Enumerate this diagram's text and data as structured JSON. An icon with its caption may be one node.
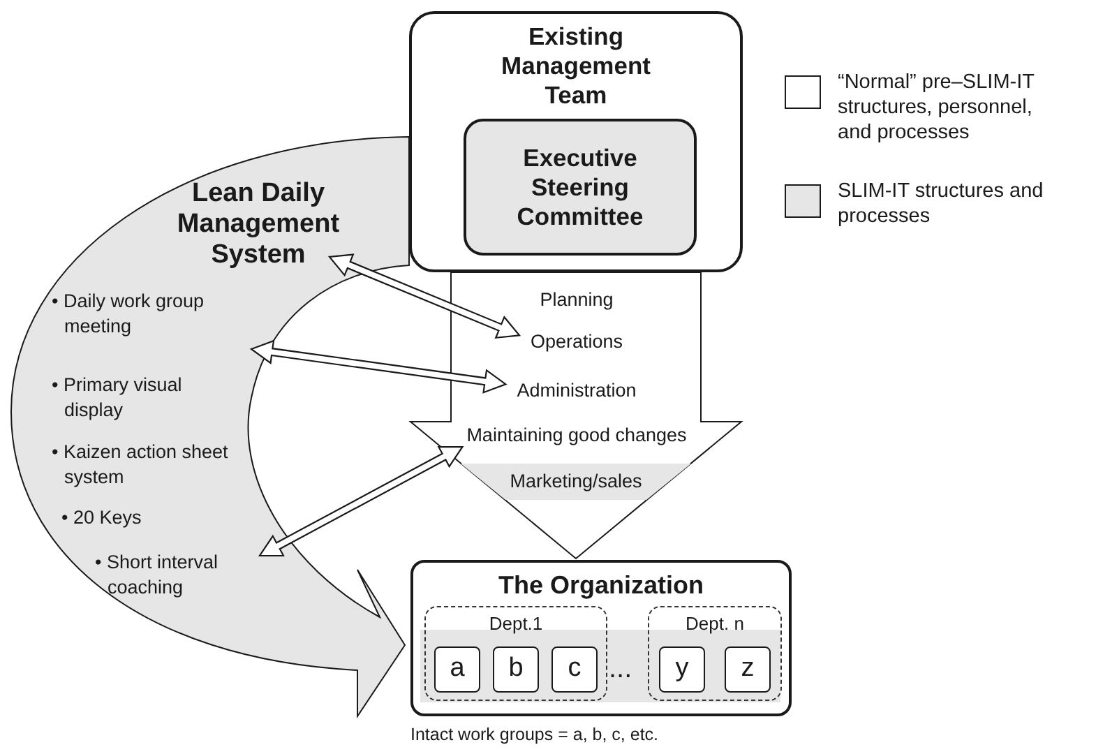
{
  "diagram": {
    "nodes": [
      {
        "text": [
          "Existing Management Team"
        ]
      },
      {
        "text": [
          "Executive Steering Committee"
        ],
        "in": 0
      },
      {
        "text": [
          "Lean Daily Management System",
          "• Daily work group meeting",
          "• Primary visual display",
          "• Kaizen action sheet system",
          "• 20 Keys",
          "• Short interval coaching"
        ]
      },
      {
        "text": [],
        "shape": "arrow"
      },
      {
        "text": [
          "Planning"
        ],
        "in": 3
      },
      {
        "text": [
          "Operations"
        ],
        "in": 3
      },
      {
        "text": [
          "Administration"
        ],
        "in": 3
      },
      {
        "text": [
          "Maintaining good changes"
        ],
        "in": 3
      },
      {
        "text": [
          "Marketing/sales"
        ],
        "in": 3
      },
      {
        "text": [
          "The Organization"
        ]
      },
      {
        "text": [
          "Dept.1"
        ],
        "in": 9
      },
      {
        "text": [
          "a"
        ],
        "in": 10
      },
      {
        "text": [
          "b"
        ],
        "in": 10
      },
      {
        "text": [
          "c"
        ],
        "in": 10
      },
      {
        "text": [
          "Dept. n"
        ],
        "in": 9
      },
      {
        "text": [
          "y"
        ],
        "in": 14
      },
      {
        "text": [
          "z"
        ],
        "in": 14
      }
    ],
    "edges": [
      {
        "from": 2,
        "to": 5,
        "arrow": "both"
      },
      {
        "from": 2,
        "to": 6,
        "arrow": "both"
      },
      {
        "from": 2,
        "to": 7,
        "arrow": "both"
      }
    ],
    "labels": [
      "...",
      "Intact work groups = a, b, c, etc."
    ],
    "legend": [
      {
        "text": "“Normal” pre–SLIM-IT structures, personnel, and processes",
        "color": "#ffffff"
      },
      {
        "text": "SLIM-IT structures and processes",
        "color": "#e6e6e6"
      }
    ]
  }
}
